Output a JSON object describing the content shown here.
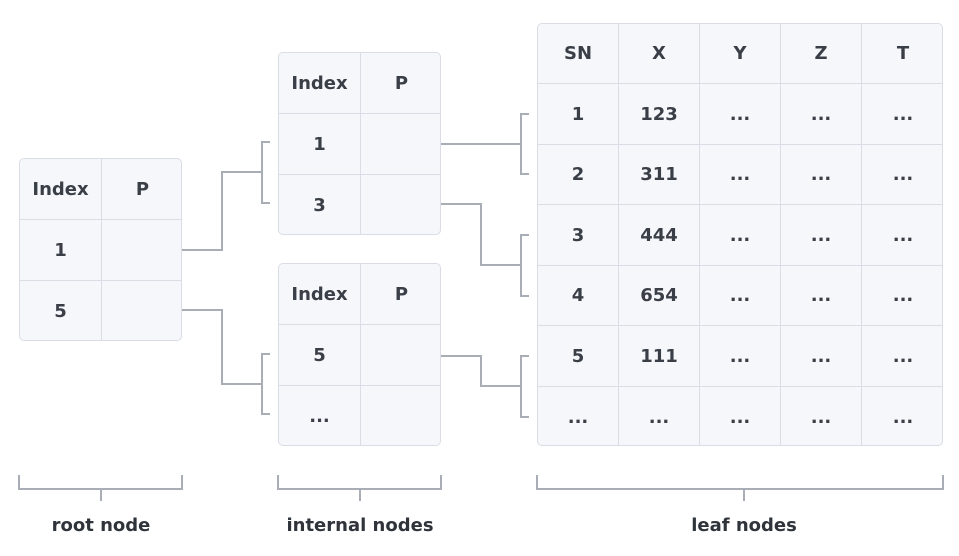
{
  "colors": {
    "cell_bg": "#f6f7fb",
    "cell_border": "#dadde6",
    "connector": "#a9adb5",
    "text": "#3a3f47"
  },
  "root_node": {
    "headers": [
      "Index",
      "P"
    ],
    "rows": [
      [
        "1",
        ""
      ],
      [
        "5",
        ""
      ]
    ]
  },
  "internal_nodes": [
    {
      "headers": [
        "Index",
        "P"
      ],
      "rows": [
        [
          "1",
          ""
        ],
        [
          "3",
          ""
        ]
      ]
    },
    {
      "headers": [
        "Index",
        "P"
      ],
      "rows": [
        [
          "5",
          ""
        ],
        [
          "...",
          ""
        ]
      ]
    }
  ],
  "leaf_node": {
    "headers": [
      "SN",
      "X",
      "Y",
      "Z",
      "T"
    ],
    "rows": [
      [
        "1",
        "123",
        "...",
        "...",
        "..."
      ],
      [
        "2",
        "311",
        "...",
        "...",
        "..."
      ],
      [
        "3",
        "444",
        "...",
        "...",
        "..."
      ],
      [
        "4",
        "654",
        "...",
        "...",
        "..."
      ],
      [
        "5",
        "111",
        "...",
        "...",
        "..."
      ],
      [
        "...",
        "...",
        "...",
        "...",
        "..."
      ]
    ]
  },
  "captions": {
    "root": "root node",
    "internal": "internal nodes",
    "leaf": "leaf nodes"
  }
}
